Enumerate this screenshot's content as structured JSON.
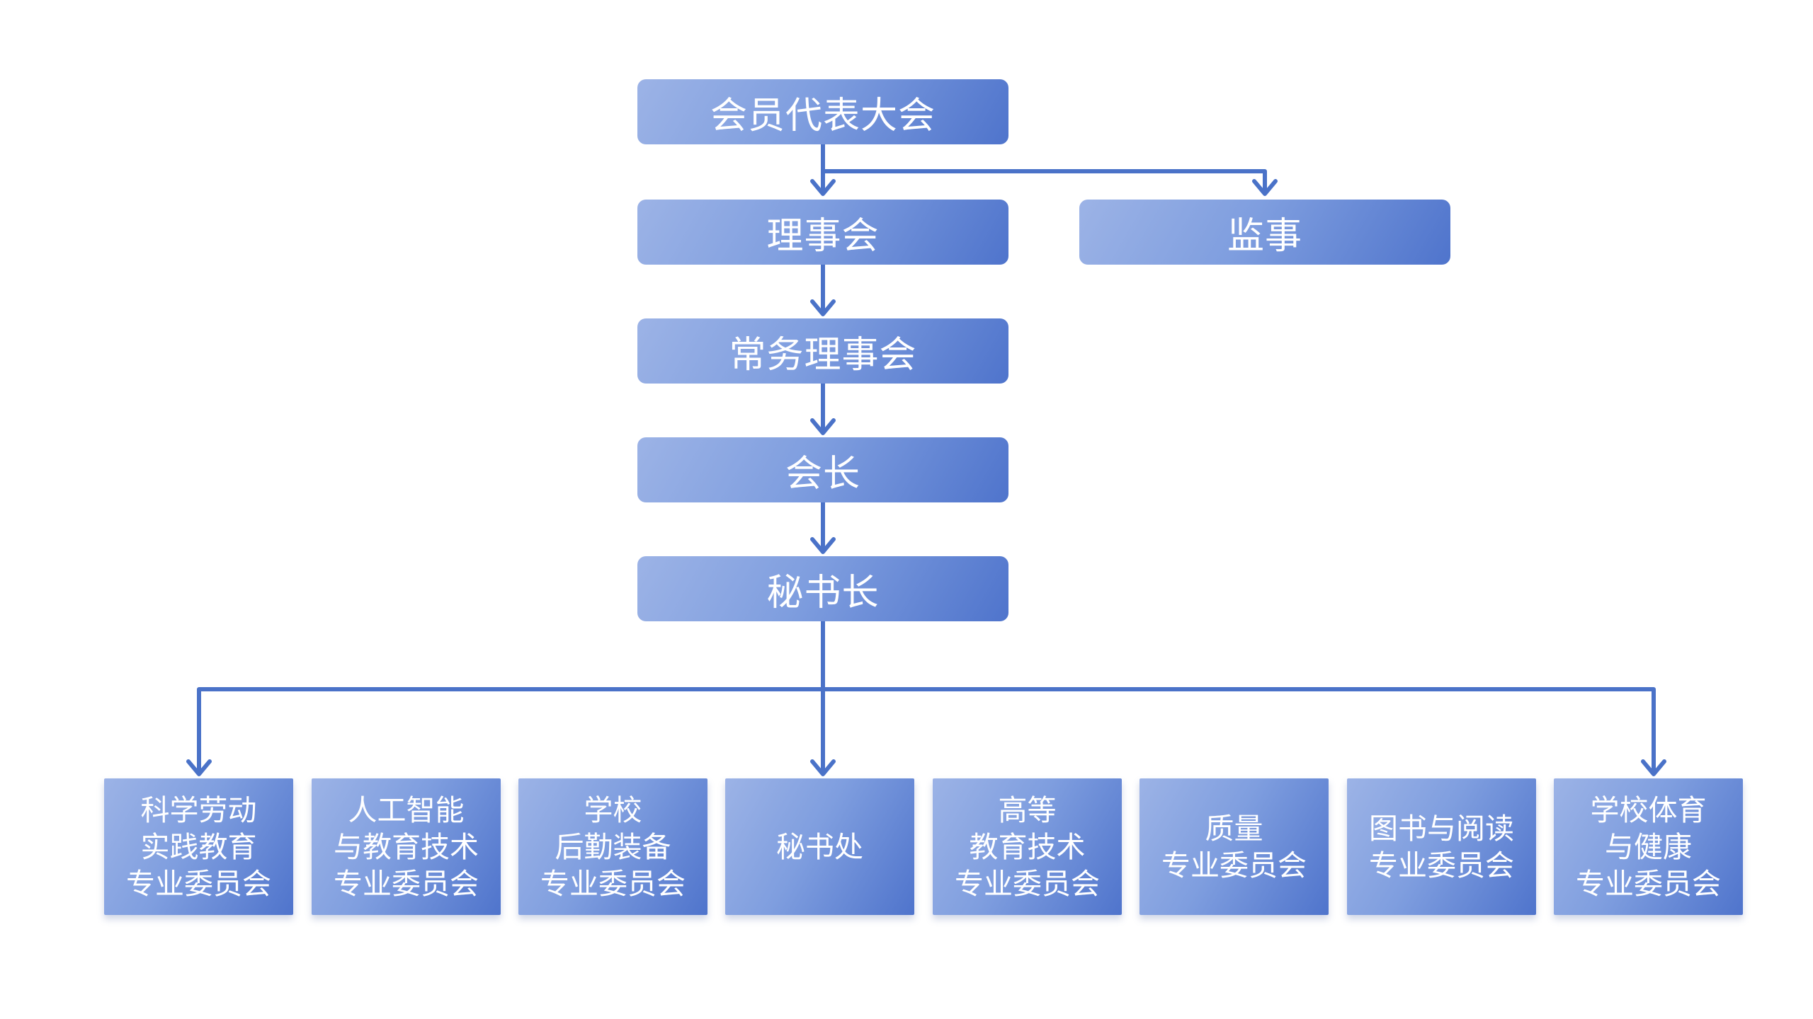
{
  "top": {
    "assembly": "会员代表大会",
    "board": "理事会",
    "supervisor": "监事",
    "standing_board": "常务理事会",
    "president": "会长",
    "secretary_general": "秘书长"
  },
  "committees": [
    {
      "label": "科学劳动\n实践教育\n专业委员会"
    },
    {
      "label": "人工智能\n与教育技术\n专业委员会"
    },
    {
      "label": "学校\n后勤装备\n专业委员会"
    },
    {
      "label": "秘书处"
    },
    {
      "label": "高等\n教育技术\n专业委员会"
    },
    {
      "label": "质量\n专业委员会"
    },
    {
      "label": "图书与阅读\n专业委员会"
    },
    {
      "label": "学校体育\n与健康\n专业委员会"
    }
  ],
  "colors": {
    "connector": "#4a72c8",
    "node_light": "#9cb3e6",
    "node_dark": "#4f74cc",
    "text": "#ffffff"
  }
}
